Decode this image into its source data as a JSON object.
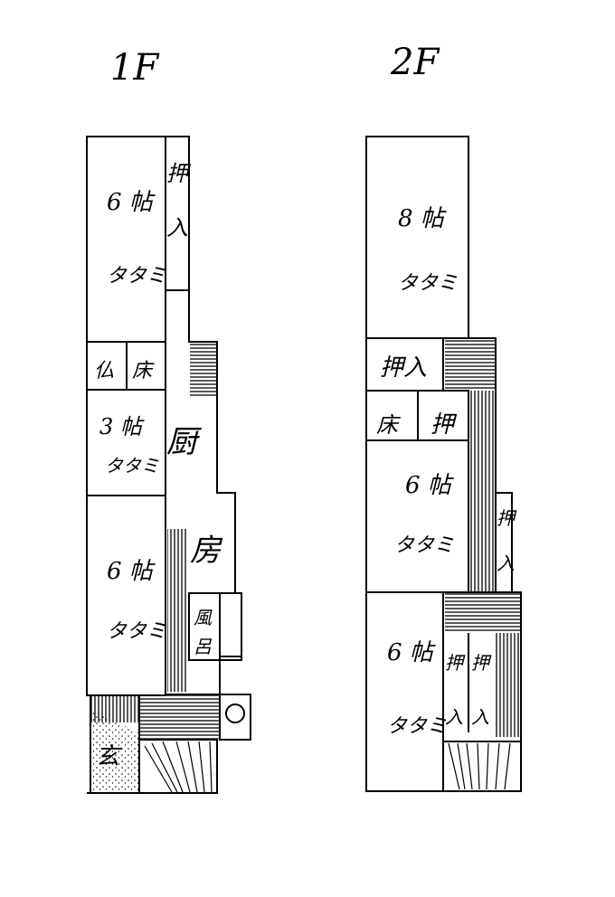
{
  "floor1": {
    "title": "1F",
    "rooms": {
      "room6a_size": "6 帖",
      "room6a_type": "タタミ",
      "oshiire_top": "押入",
      "butsu": "仏",
      "toko": "床",
      "room3_size": "3 帖",
      "room3_type": "タタミ",
      "kitchen_1": "厨",
      "kitchen_2": "房",
      "room6b_size": "6 帖",
      "room6b_type": "タタミ",
      "bath": "風呂",
      "entrance": "玄"
    }
  },
  "floor2": {
    "title": "2F",
    "rooms": {
      "room8_size": "8 帖",
      "room8_type": "タタミ",
      "oshiire_a": "押入",
      "toko": "床",
      "oshiire_b": "押",
      "room6a_size": "6 帖",
      "room6a_type": "タタミ",
      "oshiire_c": "押入",
      "room6b_size": "6 帖",
      "room6b_type": "タタミ",
      "oshiire_d": "押入",
      "oshiire_e": "押入"
    }
  }
}
